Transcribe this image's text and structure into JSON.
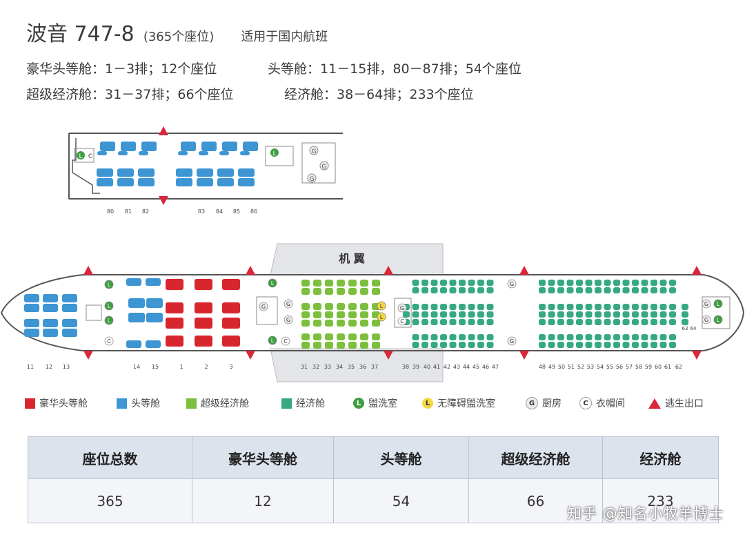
{
  "header": {
    "model": "波音  747-8",
    "seats": "(365个座位)",
    "note": "适用于国内航班"
  },
  "classes": [
    "豪华头等舱：1－3排；12个座位",
    "头等舱：11－15排，80－87排；54个座位",
    "超级经济舱：31－37排；66个座位",
    "经济舱：38－64排；233个座位"
  ],
  "diagram": {
    "wing_label": "机  翼",
    "upper_row_labels": [
      "80",
      "81",
      "82",
      "83",
      "84",
      "85",
      "86"
    ],
    "main_row_labels": [
      "11",
      "12",
      "13",
      "14",
      "15",
      "1",
      "2",
      "3",
      "31",
      "32",
      "33",
      "34",
      "35",
      "36",
      "37",
      "38",
      "39",
      "40",
      "41",
      "42",
      "43",
      "44",
      "45",
      "46",
      "47",
      "48",
      "49",
      "50",
      "51",
      "52",
      "53",
      "54",
      "55",
      "56",
      "57",
      "58",
      "59",
      "60",
      "61",
      "62"
    ],
    "rear_labels": [
      "63",
      "64"
    ]
  },
  "legend": {
    "items": [
      "豪华头等舱",
      "头等舱",
      "超级经济舱",
      "经济舱",
      "盥洗室",
      "无障碍盥洗室",
      "厨房",
      "衣帽间",
      "逃生出口"
    ],
    "markers": [
      "L",
      "L",
      "G",
      "C"
    ]
  },
  "colors": {
    "luxury": "#d8262e",
    "first": "#3d95d3",
    "premium": "#7cbf3c",
    "economy": "#36a984",
    "exit": "#d9273c"
  },
  "table": {
    "headers": [
      "座位总数",
      "豪华头等舱",
      "头等舱",
      "超级经济舱",
      "经济舱"
    ],
    "values": [
      "365",
      "12",
      "54",
      "66",
      "233"
    ]
  },
  "watermark": "知乎 @知名小牧羊博士"
}
